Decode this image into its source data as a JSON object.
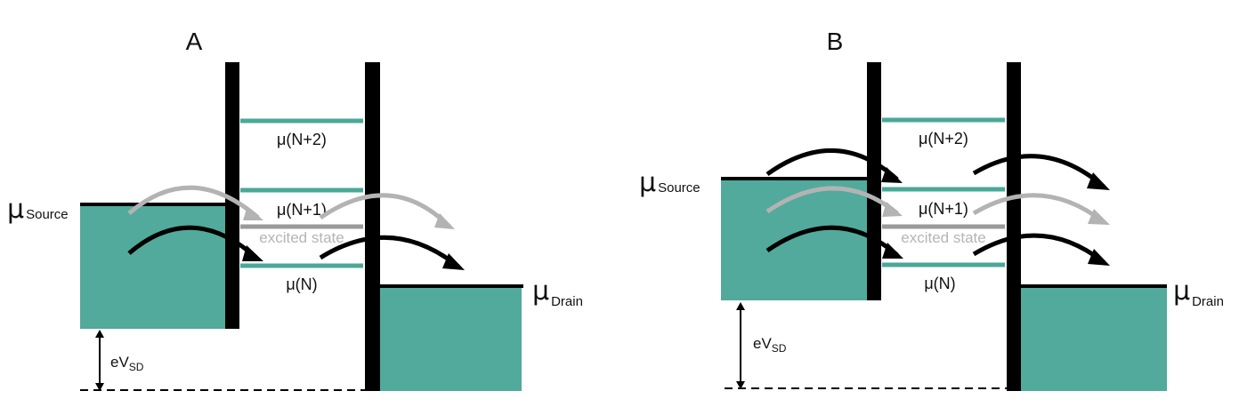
{
  "colors": {
    "reservoir": "#52aa9c",
    "level": "#4aa898",
    "barrier": "#000000",
    "excited_level": "#9a9a9a",
    "excited_text": "#b5b5b5",
    "arrow_dark": "#000000",
    "arrow_light": "#b3b3b3"
  },
  "panels": [
    {
      "label": "A",
      "mu_source_symbol": "μ",
      "mu_source_sub": "Source",
      "mu_drain_symbol": "μ",
      "mu_drain_sub": "Drain",
      "level_n2": "μ(N+2)",
      "level_n1": "μ(N+1)",
      "excited": "excited state",
      "level_n": "μ(N)",
      "bias_main": "eV",
      "bias_sub": "SD"
    },
    {
      "label": "B",
      "mu_source_symbol": "μ",
      "mu_source_sub": "Source",
      "mu_drain_symbol": "μ",
      "mu_drain_sub": "Drain",
      "level_n2": "μ(N+2)",
      "level_n1": "μ(N+1)",
      "excited": "excited state",
      "level_n": "μ(N)",
      "bias_main": "eV",
      "bias_sub": "SD"
    }
  ]
}
